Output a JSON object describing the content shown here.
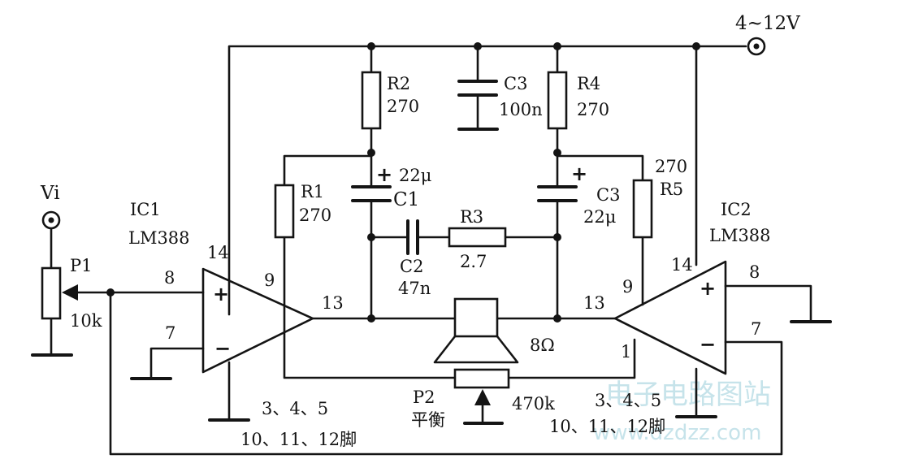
{
  "supply": {
    "label": "4~12V"
  },
  "input": {
    "label": "Vi"
  },
  "ic1": {
    "name": "IC1",
    "part": "LM388",
    "pin14": "14",
    "pin8": "8",
    "pin7": "7",
    "pin9": "9",
    "pin13": "13",
    "plus": "+",
    "minus": "−",
    "ground_pins": "3、4、5",
    "ground_pins_2": "10、11、12脚"
  },
  "ic2": {
    "name": "IC2",
    "part": "LM388",
    "pin14": "14",
    "pin8": "8",
    "pin7": "7",
    "pin9": "9",
    "pin13": "13",
    "pin1": "1",
    "plus": "+",
    "minus": "−",
    "ground_pins": "3、4、5",
    "ground_pins_2": "10、11、12脚"
  },
  "p1": {
    "name": "P1",
    "value": "10k"
  },
  "p2": {
    "name": "P2",
    "function": "平衡",
    "value": "470k"
  },
  "r1": {
    "name": "R1",
    "value": "270"
  },
  "r2": {
    "name": "R2",
    "value": "270"
  },
  "r3": {
    "name": "R3",
    "value": "2.7"
  },
  "r4": {
    "name": "R4",
    "value": "270"
  },
  "r5": {
    "name": "R5",
    "value": "270"
  },
  "c1": {
    "name": "C1",
    "value": "22μ",
    "polarity": "+"
  },
  "c2": {
    "name": "C2",
    "value": "47n"
  },
  "c3a": {
    "name": "C3",
    "value": "100n"
  },
  "c3b": {
    "name": "C3",
    "value": "22μ",
    "polarity": "+"
  },
  "speaker": {
    "value": "8Ω"
  },
  "watermark": {
    "line1": "电子电路图站",
    "line2": "www.dzdzz.com"
  }
}
